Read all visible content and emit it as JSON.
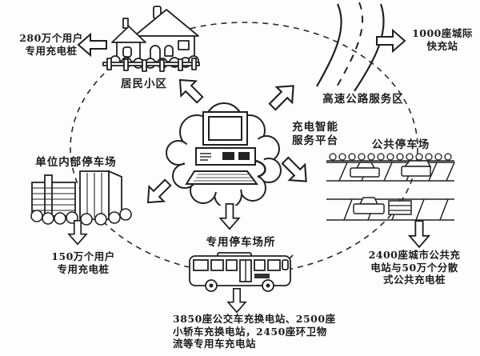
{
  "figure": {
    "type": "network-diagram",
    "background": "#fdfdfd",
    "ink": "#1f1f1f",
    "ring_style": "dashed-ellipse"
  },
  "platform": {
    "label": "充电智能\n服务平台",
    "icon": "cloud-computer-icon"
  },
  "nodes": {
    "residential": {
      "label": "居民小区",
      "icon": "house-icon",
      "output": "280万个用户\n专用充电桩"
    },
    "highway": {
      "label": "高速公路服务区",
      "icon": "highway-road-icon",
      "output": "1000座城际\n快充站"
    },
    "unit_parking": {
      "label": "单位内部停车场",
      "icon": "office-buildings-icon",
      "output": "150万个用户\n专用充电桩"
    },
    "dedicated_parking": {
      "label": "专用停车场所",
      "icon": "bus-icon",
      "output": "3850座公交车充换电站、2500座\n小轿车充换电站，2450座环卫物\n流等专用车充电站"
    },
    "public_parking": {
      "label": "公共停车场",
      "icon": "parking-lot-icon",
      "output": "2400座城市公共充\n电站与50万个分散\n式公共充电桩"
    }
  }
}
